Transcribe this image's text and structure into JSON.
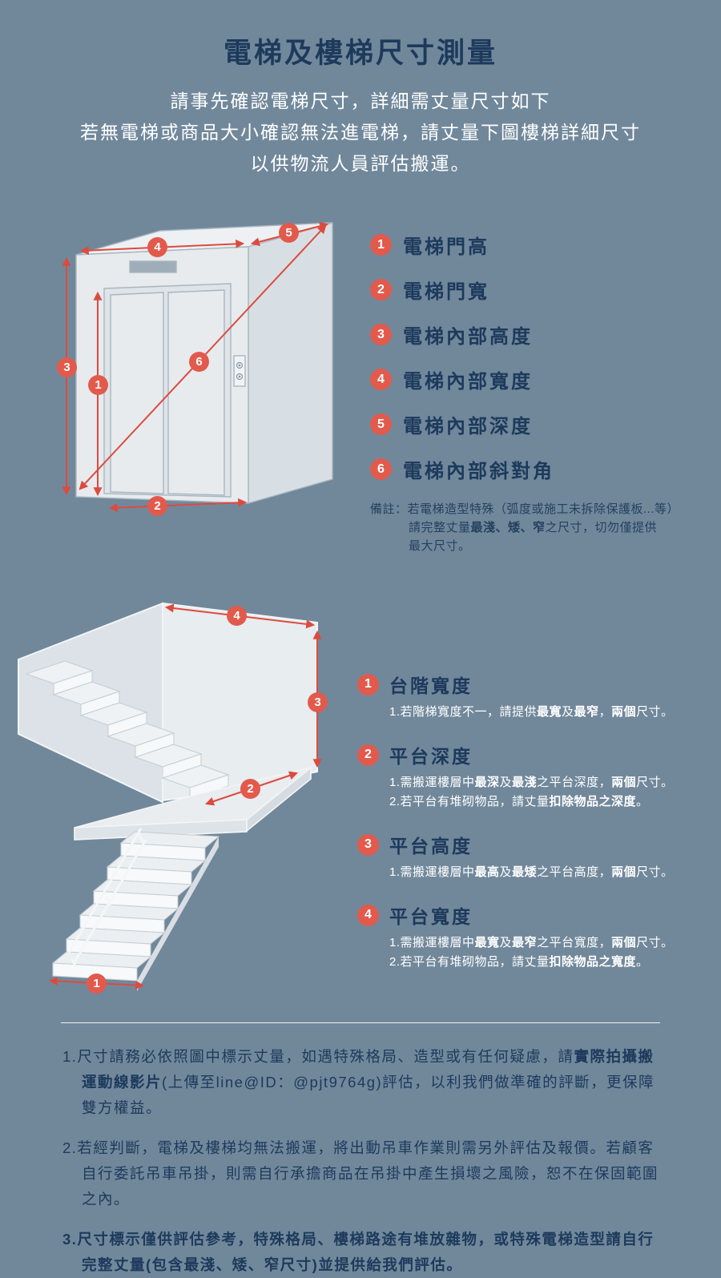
{
  "title": "電梯及樓梯尺寸測量",
  "intro": [
    "請事先確認電梯尺寸，詳細需丈量尺寸如下",
    "若無電梯或商品大小確認無法進電梯，請丈量下圖樓梯詳細尺寸",
    "以供物流人員評估搬運。"
  ],
  "elevator": {
    "legend": [
      {
        "num": "1",
        "label": "電梯門高"
      },
      {
        "num": "2",
        "label": "電梯門寬"
      },
      {
        "num": "3",
        "label": "電梯內部高度"
      },
      {
        "num": "4",
        "label": "電梯內部寬度"
      },
      {
        "num": "5",
        "label": "電梯內部深度"
      },
      {
        "num": "6",
        "label": "電梯內部斜對角"
      }
    ],
    "note": [
      [
        {
          "t": "備註：若電梯造型特殊（弧度或施工未拆除保護板...等）"
        }
      ],
      [
        {
          "t": "請完整丈量"
        },
        {
          "t": "最淺、矮、窄",
          "b": true
        },
        {
          "t": "之尺寸，切勿僅提供"
        }
      ],
      [
        {
          "t": "最大尺寸。"
        }
      ]
    ]
  },
  "stairs": {
    "legend": [
      {
        "num": "1",
        "title": "台階寬度",
        "lines": [
          [
            {
              "t": "1.若階梯寬度不一，請提供"
            },
            {
              "t": "最寬",
              "b": true
            },
            {
              "t": "及"
            },
            {
              "t": "最窄",
              "b": true
            },
            {
              "t": "，"
            },
            {
              "t": "兩個",
              "b": true
            },
            {
              "t": "尺寸。"
            }
          ]
        ]
      },
      {
        "num": "2",
        "title": "平台深度",
        "lines": [
          [
            {
              "t": "1.需搬運樓層中"
            },
            {
              "t": "最深",
              "b": true
            },
            {
              "t": "及"
            },
            {
              "t": "最淺",
              "b": true
            },
            {
              "t": "之平台深度，"
            },
            {
              "t": "兩個",
              "b": true
            },
            {
              "t": "尺寸。"
            }
          ],
          [
            {
              "t": "2.若平台有堆砌物品，請丈量"
            },
            {
              "t": "扣除物品之深度",
              "b": true
            },
            {
              "t": "。"
            }
          ]
        ]
      },
      {
        "num": "3",
        "title": "平台高度",
        "lines": [
          [
            {
              "t": "1.需搬運樓層中"
            },
            {
              "t": "最高",
              "b": true
            },
            {
              "t": "及"
            },
            {
              "t": "最矮",
              "b": true
            },
            {
              "t": "之平台高度，"
            },
            {
              "t": "兩個",
              "b": true
            },
            {
              "t": "尺寸。"
            }
          ]
        ]
      },
      {
        "num": "4",
        "title": "平台寬度",
        "lines": [
          [
            {
              "t": "1.需搬運樓層中"
            },
            {
              "t": "最寬",
              "b": true
            },
            {
              "t": "及"
            },
            {
              "t": "最窄",
              "b": true
            },
            {
              "t": "之平台寬度，"
            },
            {
              "t": "兩個",
              "b": true
            },
            {
              "t": "尺寸。"
            }
          ],
          [
            {
              "t": "2.若平台有堆砌物品，請丈量"
            },
            {
              "t": "扣除物品之寬度",
              "b": true
            },
            {
              "t": "。"
            }
          ]
        ]
      }
    ]
  },
  "footer": {
    "notes": [
      [
        {
          "t": "1.尺寸請務必依照圖中標示丈量，如遇特殊格局、造型或有任何疑慮，請"
        },
        {
          "t": "實際拍攝搬運動線影片",
          "b": true
        },
        {
          "t": "(上傳至line@ID：@pjt9764g)評估，以利我們做準確的評斷，更保障雙方權益。"
        }
      ],
      [
        {
          "t": "2.若經判斷，電梯及樓梯均無法搬運，將出動吊車作業則需另外評估及報價。若顧客自行委託吊車吊掛，則需自行承擔商品在吊掛中產生損壞之風險，恕不在保固範圍之內。"
        }
      ],
      [
        {
          "t": "3.尺寸標示僅供評估參考，特殊格局、樓梯路途有堆放雜物，或特殊電梯造型請自行完整丈量(包含最淺、矮、窄尺寸)並提供給我們評估。",
          "b": true
        }
      ]
    ]
  },
  "colors": {
    "background": "#71889b",
    "navy": "#1d3a5c",
    "badge_red": "#e25a4c",
    "line_red": "#dc4b3f"
  }
}
